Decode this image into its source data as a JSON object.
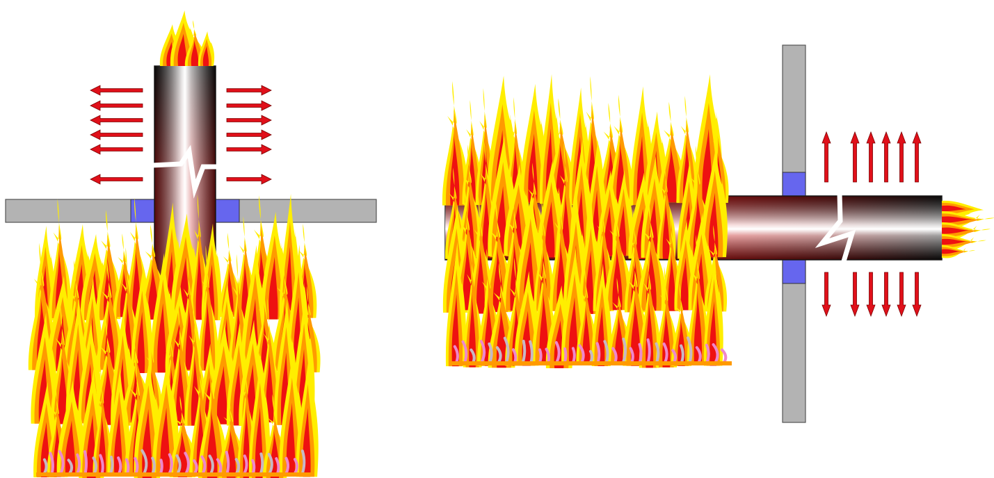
{
  "figure": {
    "panels": [
      {
        "id": "vertical-penetration",
        "pipe_orientation": "vertical",
        "fire_side": "below",
        "heat_flow_direction": "horizontal"
      },
      {
        "id": "horizontal-penetration",
        "pipe_orientation": "horizontal",
        "fire_side": "left",
        "heat_flow_direction": "vertical"
      }
    ]
  },
  "colors": {
    "wall": "#b3b3b3",
    "wall_border": "#555555",
    "seal": "#6666ee",
    "arrow": "#e0101a",
    "arrow_border": "#7a0000",
    "flame_outer": "#ffee00",
    "flame_mid": "#ff9a00",
    "flame_inner": "#ee1111",
    "flame_base": "#ee88cc",
    "pipe_hot": "#dd1111",
    "pipe_cool": "#111111",
    "pipe_highlight": "#ffffff"
  },
  "icons": {
    "arrow": "red-heat-arrow-icon",
    "flame": "flame-icon",
    "crack": "break-line-icon"
  }
}
